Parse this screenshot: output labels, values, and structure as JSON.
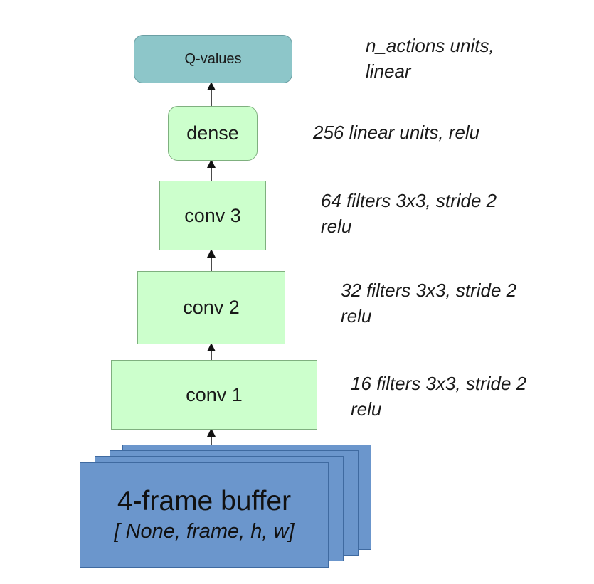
{
  "layers": {
    "qvalues": {
      "label": "Q-values",
      "note": [
        "n_actions units,",
        "linear"
      ]
    },
    "dense": {
      "label": "dense",
      "note": [
        "256 linear units, relu"
      ]
    },
    "conv3": {
      "label": "conv 3",
      "note": [
        "64 filters 3x3, stride 2",
        "relu"
      ]
    },
    "conv2": {
      "label": "conv 2",
      "note": [
        "32 filters 3x3, stride 2",
        "relu"
      ]
    },
    "conv1": {
      "label": "conv 1",
      "note": [
        "16 filters 3x3, stride 2",
        "relu"
      ]
    },
    "input": {
      "title": "4-frame buffer",
      "subtitle": "[ None, frame, h, w]"
    }
  },
  "colors": {
    "output_fill": "#8dc6c9",
    "layer_fill": "#ccffcc",
    "input_fill": "#6b96cc",
    "arrow": "#111111"
  }
}
